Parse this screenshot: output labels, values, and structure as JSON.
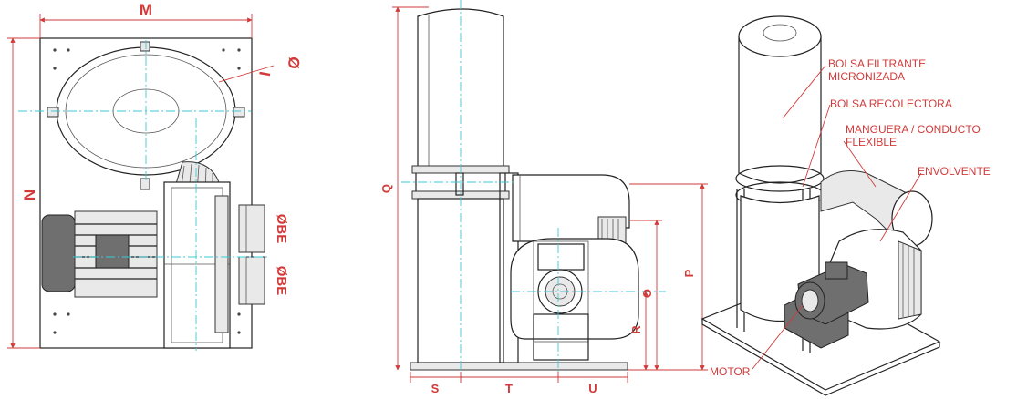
{
  "dimensions": {
    "M": "M",
    "N": "N",
    "I": "I",
    "phi": "Ø",
    "BE_top": "ØBE",
    "BE_bottom": "ØBE",
    "Q": "Q",
    "P": "P",
    "O": "O",
    "R": "R",
    "S": "S",
    "T": "T",
    "U": "U"
  },
  "callouts": {
    "bolsa_filtrante_1": "BOLSA FILTRANTE",
    "bolsa_filtrante_2": "MICRONIZADA",
    "bolsa_recolectora": "BOLSA RECOLECTORA",
    "manguera_1": "MANGUERA / CONDUCTO",
    "manguera_2": "FLEXIBLE",
    "envolvente": "ENVOLVENTE",
    "motor": "MOTOR"
  },
  "colors": {
    "dimension_red": "#d23a3a",
    "centerline_cyan": "#3ec9d6",
    "outline": "#222222"
  }
}
